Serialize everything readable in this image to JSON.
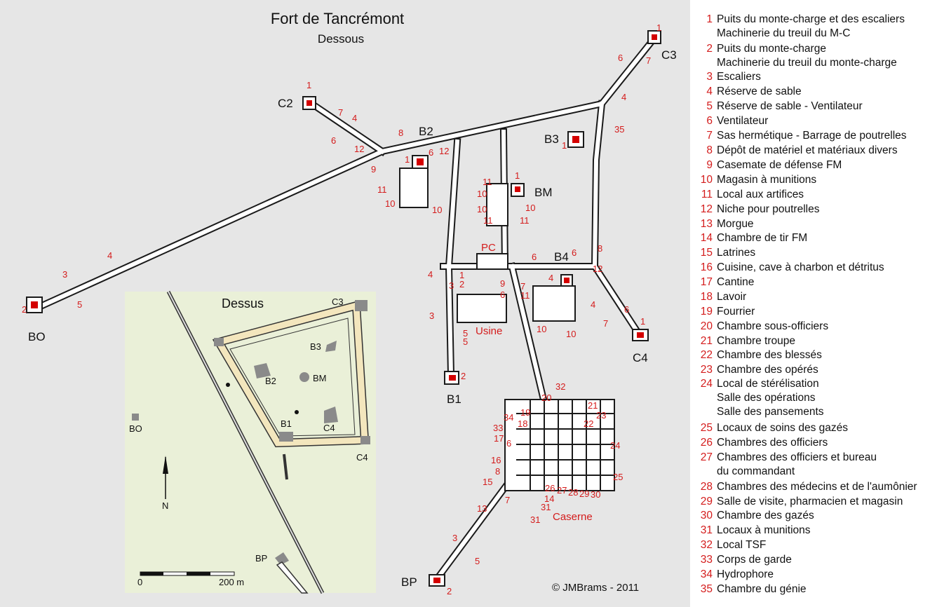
{
  "title": "Fort de Tancrémont",
  "subtitle": "Dessous",
  "copyright": "©  JMBrams  - 2011",
  "colors": {
    "tunnel": "#ffffff",
    "outline": "#1a1a1a",
    "room": "#d40000",
    "number": "#d41c1c",
    "inset_bg": "#eaf0d8",
    "moat": "#f3e6bd",
    "block": "#8a8a8a"
  },
  "blocks": {
    "BO": "BO",
    "C2": "C2",
    "B2": "B2",
    "C3": "C3",
    "B3": "B3",
    "BM": "BM",
    "PC": "PC",
    "B4": "B4",
    "C4": "C4",
    "B1": "B1",
    "Usine": "Usine",
    "Caserne": "Caserne",
    "BP": "BP"
  },
  "inset": {
    "title": "Dessus",
    "labels": {
      "C3": "C3",
      "B3": "B3",
      "B2": "B2",
      "BM": "BM",
      "B1": "B1",
      "C4": "C4",
      "BO": "BO",
      "BP": "BP"
    },
    "north": "N",
    "scale_start": "0",
    "scale_end": "200 m"
  },
  "markers": [
    {
      "id": "m1",
      "text": "1"
    },
    {
      "id": "m2",
      "text": "7"
    },
    {
      "id": "m3",
      "text": "4"
    },
    {
      "id": "m4",
      "text": "6"
    },
    {
      "id": "m5",
      "text": "12"
    },
    {
      "id": "m6",
      "text": "8"
    },
    {
      "id": "m7",
      "text": "9"
    },
    {
      "id": "m8",
      "text": "11"
    },
    {
      "id": "m9",
      "text": "10"
    },
    {
      "id": "m10",
      "text": "1"
    },
    {
      "id": "m11",
      "text": "6"
    },
    {
      "id": "m12",
      "text": "12"
    },
    {
      "id": "m13",
      "text": "10"
    },
    {
      "id": "m14",
      "text": "1"
    },
    {
      "id": "m15",
      "text": "6"
    },
    {
      "id": "m16",
      "text": "7"
    },
    {
      "id": "m17",
      "text": "4"
    },
    {
      "id": "m18",
      "text": "35"
    },
    {
      "id": "m19",
      "text": "1"
    },
    {
      "id": "m20",
      "text": "1"
    },
    {
      "id": "m21",
      "text": "11"
    },
    {
      "id": "m22",
      "text": "10"
    },
    {
      "id": "m23",
      "text": "10"
    },
    {
      "id": "m24",
      "text": "10"
    },
    {
      "id": "m25",
      "text": "11"
    },
    {
      "id": "m26",
      "text": "11"
    },
    {
      "id": "m27",
      "text": "6"
    },
    {
      "id": "m28",
      "text": "3"
    },
    {
      "id": "m29",
      "text": "2"
    },
    {
      "id": "m30",
      "text": "5"
    },
    {
      "id": "m31",
      "text": "4"
    },
    {
      "id": "m32",
      "text": "8"
    },
    {
      "id": "m33",
      "text": "6"
    },
    {
      "id": "m34",
      "text": "12"
    },
    {
      "id": "m35",
      "text": "4"
    },
    {
      "id": "m36",
      "text": "7"
    },
    {
      "id": "m37",
      "text": "11"
    },
    {
      "id": "m38",
      "text": "10"
    },
    {
      "id": "m39",
      "text": "10"
    },
    {
      "id": "m40",
      "text": "4"
    },
    {
      "id": "m41",
      "text": "6"
    },
    {
      "id": "m42",
      "text": "7"
    },
    {
      "id": "m43",
      "text": "1"
    },
    {
      "id": "m44",
      "text": "9"
    },
    {
      "id": "m45",
      "text": "4"
    },
    {
      "id": "m46",
      "text": "3"
    },
    {
      "id": "m47",
      "text": "5"
    },
    {
      "id": "m48",
      "text": "2"
    },
    {
      "id": "m49",
      "text": "32"
    },
    {
      "id": "m50",
      "text": "20"
    },
    {
      "id": "m51",
      "text": "21"
    },
    {
      "id": "m52",
      "text": "19"
    },
    {
      "id": "m53",
      "text": "23"
    },
    {
      "id": "m54",
      "text": "34"
    },
    {
      "id": "m55",
      "text": "18"
    },
    {
      "id": "m56",
      "text": "22"
    },
    {
      "id": "m57",
      "text": "33"
    },
    {
      "id": "m58",
      "text": "17"
    },
    {
      "id": "m59",
      "text": "24"
    },
    {
      "id": "m60",
      "text": "6"
    },
    {
      "id": "m61",
      "text": "16"
    },
    {
      "id": "m62",
      "text": "8"
    },
    {
      "id": "m63",
      "text": "25"
    },
    {
      "id": "m64",
      "text": "15"
    },
    {
      "id": "m65",
      "text": "26"
    },
    {
      "id": "m66",
      "text": "27"
    },
    {
      "id": "m67",
      "text": "28"
    },
    {
      "id": "m68",
      "text": "29"
    },
    {
      "id": "m69",
      "text": "30"
    },
    {
      "id": "m70",
      "text": "7"
    },
    {
      "id": "m71",
      "text": "14"
    },
    {
      "id": "m72",
      "text": "13"
    },
    {
      "id": "m73",
      "text": "31"
    },
    {
      "id": "m74",
      "text": "31"
    },
    {
      "id": "m75",
      "text": "3"
    },
    {
      "id": "m76",
      "text": "5"
    },
    {
      "id": "m77",
      "text": "2"
    },
    {
      "id": "m78",
      "text": "1"
    },
    {
      "id": "m79",
      "text": "2"
    },
    {
      "id": "m80",
      "text": "3"
    },
    {
      "id": "m81",
      "text": "6"
    },
    {
      "id": "m82",
      "text": "5"
    }
  ],
  "legend": [
    {
      "n": "1",
      "t": "Puits du monte-charge et des escaliers",
      "t2": "Machinerie du treuil du M-C"
    },
    {
      "n": "2",
      "t": "Puits du monte-charge",
      "t2": "Machinerie du treuil du monte-charge"
    },
    {
      "n": "3",
      "t": "Escaliers"
    },
    {
      "n": "4",
      "t": "Réserve de sable"
    },
    {
      "n": "5",
      "t": "Réserve de sable - Ventilateur"
    },
    {
      "n": "6",
      "t": "Ventilateur"
    },
    {
      "n": "7",
      "t": "Sas hermétique - Barrage de poutrelles"
    },
    {
      "n": "8",
      "t": "Dépôt de matériel et matériaux divers"
    },
    {
      "n": "9",
      "t": "Casemate de défense FM"
    },
    {
      "n": "10",
      "t": "Magasin à munitions"
    },
    {
      "n": "11",
      "t": "Local aux artifices"
    },
    {
      "n": "12",
      "t": "Niche pour poutrelles"
    },
    {
      "n": "13",
      "t": "Morgue"
    },
    {
      "n": "14",
      "t": "Chambre de tir FM"
    },
    {
      "n": "15",
      "t": "Latrines"
    },
    {
      "n": "16",
      "t": "Cuisine, cave à charbon et détritus"
    },
    {
      "n": "17",
      "t": "Cantine"
    },
    {
      "n": "18",
      "t": "Lavoir"
    },
    {
      "n": "19",
      "t": "Fourrier"
    },
    {
      "n": "20",
      "t": "Chambre sous-officiers"
    },
    {
      "n": "21",
      "t": "Chambre troupe"
    },
    {
      "n": "22",
      "t": "Chambre des blessés"
    },
    {
      "n": "23",
      "t": "Chambre des opérés"
    },
    {
      "n": "24",
      "t": "Local de stérélisation",
      "t2": "Salle des opérations",
      "t3": "Salle des pansements"
    },
    {
      "n": "25",
      "t": "Locaux de soins des gazés"
    },
    {
      "n": "26",
      "t": "Chambres des officiers"
    },
    {
      "n": "27",
      "t": "Chambres des officiers et bureau",
      "t2": "du commandant"
    },
    {
      "n": "28",
      "t": "Chambres des médecins et de l'aumônier"
    },
    {
      "n": "29",
      "t": "Salle de visite, pharmacien et magasin"
    },
    {
      "n": "30",
      "t": "Chambre des gazés"
    },
    {
      "n": "31",
      "t": "Locaux à munitions"
    },
    {
      "n": "32",
      "t": "Local TSF"
    },
    {
      "n": "33",
      "t": "Corps de garde"
    },
    {
      "n": "34",
      "t": "Hydrophore"
    },
    {
      "n": "35",
      "t": "Chambre du génie"
    }
  ]
}
